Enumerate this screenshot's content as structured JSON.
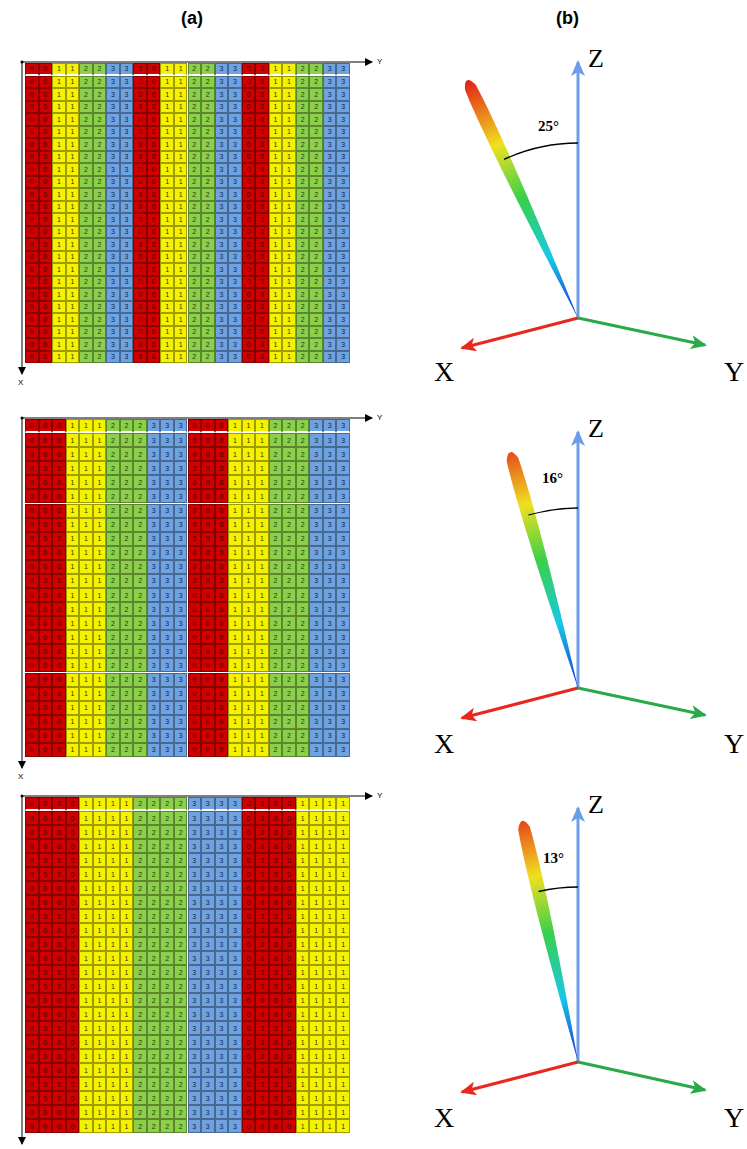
{
  "diagram": {
    "labels": [
      "(a)",
      "(b)",
      "Y",
      "X",
      "0",
      "0",
      "1",
      "1",
      "2",
      "2",
      "3",
      "3",
      "0",
      "0",
      "1",
      "1",
      "2",
      "2",
      "3",
      "3",
      "0",
      "0",
      "1",
      "1",
      "2",
      "2",
      "3",
      "3",
      "0",
      "0",
      "1",
      "1",
      "2",
      "2",
      "3",
      "3",
      "0",
      "0",
      "1",
      "1",
      "2",
      "2",
      "3",
      "3",
      "0",
      "0",
      "1",
      "1",
      "2",
      "2",
      "3",
      "3",
      "0",
      "0",
      "1",
      "1",
      "2",
      "2",
      "3",
      "3",
      "0",
      "0",
      "1",
      "1",
      "2",
      "2",
      "3",
      "3",
      "0",
      "0",
      "1",
      "1",
      "2",
      "2",
      "3",
      "3",
      "0",
      "0",
      "1",
      "1",
      "2",
      "2",
      "3",
      "3",
      "0",
      "0",
      "1",
      "1",
      "2",
      "2",
      "3",
      "3",
      "0",
      "0",
      "1",
      "1",
      "2",
      "2",
      "3",
      "3",
      "0",
      "0",
      "1",
      "1",
      "2",
      "2",
      "3",
      "3",
      "0",
      "0",
      "1",
      "1",
      "2",
      "2",
      "3",
      "3",
      "0",
      "0",
      "1",
      "1",
      "2",
      "2",
      "3",
      "3",
      "0",
      "0",
      "1",
      "1",
      "2",
      "2",
      "3",
      "3",
      "0",
      "0",
      "1",
      "1",
      "2",
      "2",
      "3",
      "3",
      "0",
      "0",
      "1",
      "1",
      "2",
      "2",
      "3",
      "3",
      "0",
      "0",
      "1",
      "1",
      "2",
      "2",
      "3",
      "3",
      "0",
      "0",
      "1",
      "1",
      "2",
      "2",
      "3",
      "3",
      "0",
      "0",
      "1",
      "1",
      "2",
      "2",
      "3",
      "3",
      "0",
      "0",
      "1",
      "1",
      "2",
      "2",
      "3",
      "3",
      "0",
      "0",
      "1",
      "1",
      "2",
      "2",
      "3",
      "3",
      "0",
      "0",
      "1",
      "1",
      "2",
      "2",
      "3",
      "3",
      "0",
      "0",
      "1",
      "1",
      "2",
      "2",
      "3",
      "3",
      "0",
      "0",
      "1",
      "1",
      "2",
      "2",
      "3",
      "3",
      "0",
      "0",
      "1",
      "1",
      "2",
      "2",
      "3",
      "3",
      "0",
      "0",
      "1",
      "1",
      "2",
      "2",
      "3",
      "3",
      "0",
      "0",
      "1",
      "1",
      "2",
      "2",
      "3",
      "3",
      "0",
      "0",
      "1",
      "1",
      "2",
      "2",
      "3",
      "3",
      "0",
      "0",
      "1",
      "1",
      "2",
      "2",
      "3",
      "3",
      "0",
      "0",
      "1",
      "1",
      "2",
      "2",
      "3",
      "3",
      "0",
      "0",
      "1",
      "1",
      "2",
      "2",
      "3",
      "3",
      "0",
      "0",
      "1",
      "1",
      "2",
      "2",
      "3",
      "3",
      "0",
      "0",
      "1",
      "1",
      "2",
      "2",
      "3",
      "3",
      "0",
      "0",
      "1",
      "1",
      "2",
      "2",
      "3",
      "3",
      "0",
      "0",
      "1",
      "1",
      "2",
      "2",
      "3",
      "3",
      "0",
      "0",
      "1",
      "1",
      "2",
      "2",
      "3",
      "3",
      "0",
      "0",
      "1",
      "1",
      "2",
      "2",
      "3",
      "3",
      "0",
      "0",
      "1",
      "1",
      "2",
      "2",
      "3",
      "3",
      "0",
      "0",
      "1",
      "1",
      "2",
      "2",
      "3",
      "3",
      "0",
      "0",
      "1",
      "1",
      "2",
      "2",
      "3",
      "3",
      "0",
      "0",
      "1",
      "1",
      "2",
      "2",
      "3",
      "3",
      "0",
      "0",
      "1",
      "1",
      "2",
      "2",
      "3",
      "3",
      "0",
      "0",
      "1",
      "1",
      "2",
      "2",
      "3",
      "3",
      "0",
      "0",
      "1",
      "1",
      "2",
      "2",
      "3",
      "3",
      "0",
      "0",
      "1",
      "1",
      "2",
      "2",
      "3",
      "3",
      "0",
      "0",
      "1",
      "1",
      "2",
      "2",
      "3",
      "3",
      "0",
      "0",
      "1",
      "1",
      "2",
      "2",
      "3",
      "3",
      "0",
      "0",
      "1",
      "1",
      "2",
      "2",
      "3",
      "3",
      "0",
      "0",
      "1",
      "1",
      "2",
      "2",
      "3",
      "3",
      "0",
      "0",
      "1",
      "1",
      "2",
      "2",
      "3",
      "3",
      "0",
      "0",
      "1",
      "1",
      "2",
      "2",
      "3",
      "3",
      "0",
      "0",
      "1",
      "1",
      "2",
      "2",
      "3",
      "3",
      "0",
      "0",
      "1",
      "1",
      "2",
      "2",
      "3",
      "3",
      "0",
      "0",
      "1",
      "1",
      "2",
      "2",
      "3",
      "3",
      "0",
      "0",
      "1",
      "1",
      "2",
      "2",
      "3",
      "3",
      "0",
      "0",
      "1",
      "1",
      "2",
      "2",
      "3",
      "3",
      "0",
      "0",
      "1",
      "1",
      "2",
      "2",
      "3",
      "3",
      "0",
      "0",
      "1",
      "1",
      "2",
      "2",
      "3",
      "3",
      "0",
      "0",
      "1",
      "1",
      "2",
      "2",
      "3",
      "3",
      "0",
      "0",
      "1",
      "1",
      "2",
      "2",
      "3",
      "3",
      "0",
      "0",
      "1",
      "1",
      "2",
      "2",
      "3",
      "3",
      "0",
      "0",
      "1",
      "1",
      "2",
      "2",
      "3",
      "3",
      "0",
      "0",
      "1",
      "1",
      "2",
      "2",
      "3",
      "3",
      "0",
      "0",
      "1",
      "1",
      "2",
      "2",
      "3",
      "3",
      "0",
      "0",
      "1",
      "1",
      "2",
      "2",
      "3",
      "3",
      "0",
      "0",
      "1",
      "1",
      "2",
      "2",
      "3",
      "3",
      "0",
      "0",
      "1",
      "1",
      "2",
      "2",
      "3",
      "3",
      "0",
      "0",
      "1",
      "1",
      "2",
      "2",
      "3",
      "3",
      "0",
      "0",
      "1",
      "1",
      "2",
      "2",
      "3",
      "3",
      "0",
      "0",
      "1",
      "1",
      "2",
      "2",
      "3",
      "3",
      "Z",
      "25°",
      "X",
      "Y",
      "Y",
      "X",
      "0",
      "0",
      "0",
      "1",
      "1",
      "1",
      "2",
      "2",
      "2",
      "3",
      "3",
      "3",
      "0",
      "0",
      "0",
      "1",
      "1",
      "1",
      "2",
      "2",
      "2",
      "3",
      "3",
      "3",
      "0",
      "0",
      "0",
      "1",
      "1",
      "1",
      "2",
      "2",
      "2",
      "3",
      "3",
      "3",
      "0",
      "0",
      "0",
      "1",
      "1",
      "1",
      "2",
      "2",
      "2",
      "3",
      "3",
      "3",
      "0",
      "0",
      "0",
      "1",
      "1",
      "1",
      "2",
      "2",
      "2",
      "3",
      "3",
      "3",
      "0",
      "0",
      "0",
      "1",
      "1",
      "1",
      "2",
      "2",
      "2",
      "3",
      "3",
      "3",
      "0",
      "0",
      "0",
      "1",
      "1",
      "1",
      "2",
      "2",
      "2",
      "3",
      "3",
      "3",
      "0",
      "0",
      "0",
      "1",
      "1",
      "1",
      "2",
      "2",
      "2",
      "3",
      "3",
      "3",
      "0",
      "0",
      "0",
      "1",
      "1",
      "1",
      "2",
      "2",
      "2",
      "3",
      "3",
      "3",
      "0",
      "0",
      "0",
      "1",
      "1",
      "1",
      "2",
      "2",
      "2",
      "3",
      "3",
      "3",
      "0",
      "0",
      "0",
      "1",
      "1",
      "1",
      "2",
      "2",
      "2",
      "3",
      "3",
      "3",
      "0",
      "0",
      "0",
      "1",
      "1",
      "1",
      "2",
      "2",
      "2",
      "3",
      "3",
      "3",
      "0",
      "0",
      "0",
      "1",
      "1",
      "1",
      "2",
      "2",
      "2",
      "3",
      "3",
      "3",
      "0",
      "0",
      "0",
      "1",
      "1",
      "1",
      "2",
      "2",
      "2",
      "3",
      "3",
      "3",
      "0",
      "0",
      "0",
      "1",
      "1",
      "1",
      "2",
      "2",
      "2",
      "3",
      "3",
      "3",
      "0",
      "0",
      "0",
      "1",
      "1",
      "1",
      "2",
      "2",
      "2",
      "3",
      "3",
      "3",
      "0",
      "0",
      "0",
      "1",
      "1",
      "1",
      "2",
      "2",
      "2",
      "3",
      "3",
      "3",
      "0",
      "0",
      "0",
      "1",
      "1",
      "1",
      "2",
      "2",
      "2",
      "3",
      "3",
      "3",
      "0",
      "0",
      "0",
      "1",
      "1",
      "1",
      "2",
      "2",
      "2",
      "3",
      "3",
      "3",
      "0",
      "0",
      "0",
      "1",
      "1",
      "1",
      "2",
      "2",
      "2",
      "3",
      "3",
      "3",
      "0",
      "0",
      "0",
      "1",
      "1",
      "1",
      "2",
      "2",
      "2",
      "3",
      "3",
      "3",
      "0",
      "0",
      "0",
      "1",
      "1",
      "1",
      "2",
      "2",
      "2",
      "3",
      "3",
      "3",
      "0",
      "0",
      "0",
      "1",
      "1",
      "1",
      "2",
      "2",
      "2",
      "3",
      "3",
      "3",
      "0",
      "0",
      "0",
      "1",
      "1",
      "1",
      "2",
      "2",
      "2",
      "3",
      "3",
      "3",
      "0",
      "0",
      "0",
      "1",
      "1",
      "1",
      "2",
      "2",
      "2",
      "3",
      "3",
      "3",
      "0",
      "0",
      "0",
      "1",
      "1",
      "1",
      "2",
      "2",
      "2",
      "3",
      "3",
      "3",
      "0",
      "0",
      "0",
      "1",
      "1",
      "1",
      "2",
      "2",
      "2",
      "3",
      "3",
      "3",
      "0",
      "0",
      "0",
      "1",
      "1",
      "1",
      "2",
      "2",
      "2",
      "3",
      "3",
      "3",
      "0",
      "0",
      "0",
      "1",
      "1",
      "1",
      "2",
      "2",
      "2",
      "3",
      "3",
      "3",
      "0",
      "0",
      "0",
      "1",
      "1",
      "1",
      "2",
      "2",
      "2",
      "3",
      "3",
      "3",
      "0",
      "0",
      "0",
      "1",
      "1",
      "1",
      "2",
      "2",
      "2",
      "3",
      "3",
      "3",
      "0",
      "0",
      "0",
      "1",
      "1",
      "1",
      "2",
      "2",
      "2",
      "3",
      "3",
      "3",
      "0",
      "0",
      "0",
      "1",
      "1",
      "1",
      "2",
      "2",
      "2",
      "3",
      "3",
      "3",
      "0",
      "0",
      "0",
      "1",
      "1",
      "1",
      "2",
      "2",
      "2",
      "3",
      "3",
      "3",
      "0",
      "0",
      "0",
      "1",
      "1",
      "1",
      "2",
      "2",
      "2",
      "3",
      "3",
      "3",
      "0",
      "0",
      "0",
      "1",
      "1",
      "1",
      "2",
      "2",
      "2",
      "3",
      "3",
      "3",
      "0",
      "0",
      "0",
      "1",
      "1",
      "1",
      "2",
      "2",
      "2",
      "3",
      "3",
      "3",
      "0",
      "0",
      "0",
      "1",
      "1",
      "1",
      "2",
      "2",
      "2",
      "3",
      "3",
      "3",
      "0",
      "0",
      "0",
      "1",
      "1",
      "1",
      "2",
      "2",
      "2",
      "3",
      "3",
      "3",
      "0",
      "0",
      "0",
      "1",
      "1",
      "1",
      "2",
      "2",
      "2",
      "3",
      "3",
      "3",
      "0",
      "0",
      "0",
      "1",
      "1",
      "1",
      "2",
      "2",
      "2",
      "3",
      "3",
      "3",
      "0",
      "0",
      "0",
      "1",
      "1",
      "1",
      "2",
      "2",
      "2",
      "3",
      "3",
      "3",
      "0",
      "0",
      "0",
      "1",
      "1",
      "1",
      "2",
      "2",
      "2",
      "3",
      "3",
      "3",
      "0",
      "0",
      "0",
      "1",
      "1",
      "1",
      "2",
      "2",
      "2",
      "3",
      "3",
      "3",
      "0",
      "0",
      "0",
      "1",
      "1",
      "1",
      "2",
      "2",
      "2",
      "3",
      "3",
      "3",
      "0",
      "0",
      "0",
      "1",
      "1",
      "1",
      "2",
      "2",
      "2",
      "3",
      "3",
      "3",
      "0",
      "0",
      "0",
      "1",
      "1",
      "1",
      "2",
      "2",
      "2",
      "3",
      "3",
      "3",
      "0",
      "0",
      "0",
      "1",
      "1",
      "1",
      "2",
      "2",
      "2",
      "3",
      "3",
      "3",
      "Z",
      "16°",
      "X",
      "Y",
      "Y",
      "X",
      "0",
      "0",
      "0",
      "0",
      "1",
      "1",
      "1",
      "1",
      "2",
      "2",
      "2",
      "2",
      "3",
      "3",
      "3",
      "3",
      "0",
      "0",
      "0",
      "0",
      "1",
      "1",
      "1",
      "1",
      "0",
      "0",
      "0",
      "0",
      "1",
      "1",
      "1",
      "1",
      "2",
      "2",
      "2",
      "2",
      "3",
      "3",
      "3",
      "3",
      "0",
      "0",
      "0",
      "0",
      "1",
      "1",
      "1",
      "1",
      "0",
      "0",
      "0",
      "0",
      "1",
      "1",
      "1",
      "1",
      "2",
      "2",
      "2",
      "2",
      "3",
      "3",
      "3",
      "3",
      "0",
      "0",
      "0",
      "0",
      "1",
      "1",
      "1",
      "1",
      "0",
      "0",
      "0",
      "0",
      "1",
      "1",
      "1",
      "1",
      "2",
      "2",
      "2",
      "2",
      "3",
      "3",
      "3",
      "3",
      "0",
      "0",
      "0",
      "0",
      "1",
      "1",
      "1",
      "1",
      "0",
      "0",
      "0",
      "0",
      "1",
      "1",
      "1",
      "1",
      "2",
      "2",
      "2",
      "2",
      "3",
      "3",
      "3",
      "3",
      "0",
      "0",
      "0",
      "0",
      "1",
      "1",
      "1",
      "1",
      "0",
      "0",
      "0",
      "0",
      "1",
      "1",
      "1",
      "1",
      "2",
      "2",
      "2",
      "2",
      "3",
      "3",
      "3",
      "3",
      "0",
      "0",
      "0",
      "0",
      "1",
      "1",
      "1",
      "1",
      "0",
      "0",
      "0",
      "0",
      "1",
      "1",
      "1",
      "1",
      "2",
      "2",
      "2",
      "2",
      "3",
      "3",
      "3",
      "3",
      "0",
      "0",
      "0",
      "0",
      "1",
      "1",
      "1",
      "1",
      "0",
      "0",
      "0",
      "0",
      "1",
      "1",
      "1",
      "1",
      "2",
      "2",
      "2",
      "2",
      "3",
      "3",
      "3",
      "3",
      "0",
      "0",
      "0",
      "0",
      "1",
      "1",
      "1",
      "1",
      "0",
      "0",
      "0",
      "0",
      "1",
      "1",
      "1",
      "1",
      "2",
      "2",
      "2",
      "2",
      "3",
      "3",
      "3",
      "3",
      "0",
      "0",
      "0",
      "0",
      "1",
      "1",
      "1",
      "1",
      "0",
      "0",
      "0",
      "0",
      "1",
      "1",
      "1",
      "1",
      "2",
      "2",
      "2",
      "2",
      "3",
      "3",
      "3",
      "3",
      "0",
      "0",
      "0",
      "0",
      "1",
      "1",
      "1",
      "1",
      "0",
      "0",
      "0",
      "0",
      "1",
      "1",
      "1",
      "1",
      "2",
      "2",
      "2",
      "2",
      "3",
      "3",
      "3",
      "3",
      "0",
      "0",
      "0",
      "0",
      "1",
      "1",
      "1",
      "1",
      "0",
      "0",
      "0",
      "0",
      "1",
      "1",
      "1",
      "1",
      "2",
      "2",
      "2",
      "2",
      "3",
      "3",
      "3",
      "3",
      "0",
      "0",
      "0",
      "0",
      "1",
      "1",
      "1",
      "1",
      "0",
      "0",
      "0",
      "0",
      "1",
      "1",
      "1",
      "1",
      "2",
      "2",
      "2",
      "2",
      "3",
      "3",
      "3",
      "3",
      "0",
      "0",
      "0",
      "0",
      "1",
      "1",
      "1",
      "1",
      "0",
      "0",
      "0",
      "0",
      "1",
      "1",
      "1",
      "1",
      "2",
      "2",
      "2",
      "2",
      "3",
      "3",
      "3",
      "3",
      "0",
      "0",
      "0",
      "0",
      "1",
      "1",
      "1",
      "1",
      "0",
      "0",
      "0",
      "0",
      "1",
      "1",
      "1",
      "1",
      "2",
      "2",
      "2",
      "2",
      "3",
      "3",
      "3",
      "3",
      "0",
      "0",
      "0",
      "0",
      "1",
      "1",
      "1",
      "1",
      "0",
      "0",
      "0",
      "0",
      "1",
      "1",
      "1",
      "1",
      "2",
      "2",
      "2",
      "2",
      "3",
      "3",
      "3",
      "3",
      "0",
      "0",
      "0",
      "0",
      "1",
      "1",
      "1",
      "1",
      "0",
      "0",
      "0",
      "0",
      "1",
      "1",
      "1",
      "1",
      "2",
      "2",
      "2",
      "2",
      "3",
      "3",
      "3",
      "3",
      "0",
      "0",
      "0",
      "0",
      "1",
      "1",
      "1",
      "1",
      "0",
      "0",
      "0",
      "0",
      "1",
      "1",
      "1",
      "1",
      "2",
      "2",
      "2",
      "2",
      "3",
      "3",
      "3",
      "3",
      "0",
      "0",
      "0",
      "0",
      "1",
      "1",
      "1",
      "1",
      "0",
      "0",
      "0",
      "0",
      "1",
      "1",
      "1",
      "1",
      "2",
      "2",
      "2",
      "2",
      "3",
      "3",
      "3",
      "3",
      "0",
      "0",
      "0",
      "0",
      "1",
      "1",
      "1",
      "1",
      "0",
      "0",
      "0",
      "0",
      "1",
      "1",
      "1",
      "1",
      "2",
      "2",
      "2",
      "2",
      "3",
      "3",
      "3",
      "3",
      "0",
      "0",
      "0",
      "0",
      "1",
      "1",
      "1",
      "1",
      "0",
      "0",
      "0",
      "0",
      "1",
      "1",
      "1",
      "1",
      "2",
      "2",
      "2",
      "2",
      "3",
      "3",
      "3",
      "3",
      "0",
      "0",
      "0",
      "0",
      "1",
      "1",
      "1",
      "1",
      "0",
      "0",
      "0",
      "0",
      "1",
      "1",
      "1",
      "1",
      "2",
      "2",
      "2",
      "2",
      "3",
      "3",
      "3",
      "3",
      "0",
      "0",
      "0",
      "0",
      "1",
      "1",
      "1",
      "1",
      "0",
      "0",
      "0",
      "0",
      "1",
      "1",
      "1",
      "1",
      "2",
      "2",
      "2",
      "2",
      "3",
      "3",
      "3",
      "3",
      "0",
      "0",
      "0",
      "0",
      "1",
      "1",
      "1",
      "1",
      "0",
      "0",
      "0",
      "0",
      "1",
      "1",
      "1",
      "1",
      "2",
      "2",
      "2",
      "2",
      "3",
      "3",
      "3",
      "3",
      "0",
      "0",
      "0",
      "0",
      "1",
      "1",
      "1",
      "1",
      "Z",
      "13°",
      "X",
      "Y"
    ]
  }
}
